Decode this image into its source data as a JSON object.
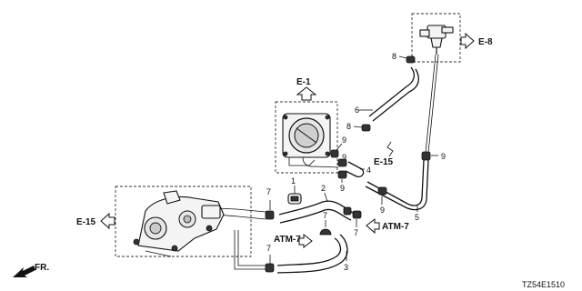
{
  "diagram": {
    "refs": {
      "e1": "E-1",
      "e8": "E-8",
      "e15_mid": "E-15",
      "e15_left": "E-15",
      "atm7_right": "ATM-7",
      "atm7_left": "ATM-7"
    },
    "part_numbers": {
      "p1": "1",
      "p2": "2",
      "p3": "3",
      "p4": "4",
      "p5": "5",
      "p6": "6",
      "p7a": "7",
      "p7b": "7",
      "p7c": "7",
      "p7d": "7",
      "p8a": "8",
      "p8b": "8",
      "p9a": "9",
      "p9b": "9",
      "p9c": "9",
      "p9d": "9",
      "p9e": "9"
    },
    "front_label": "FR.",
    "diagram_code": "TZ54E1510"
  }
}
